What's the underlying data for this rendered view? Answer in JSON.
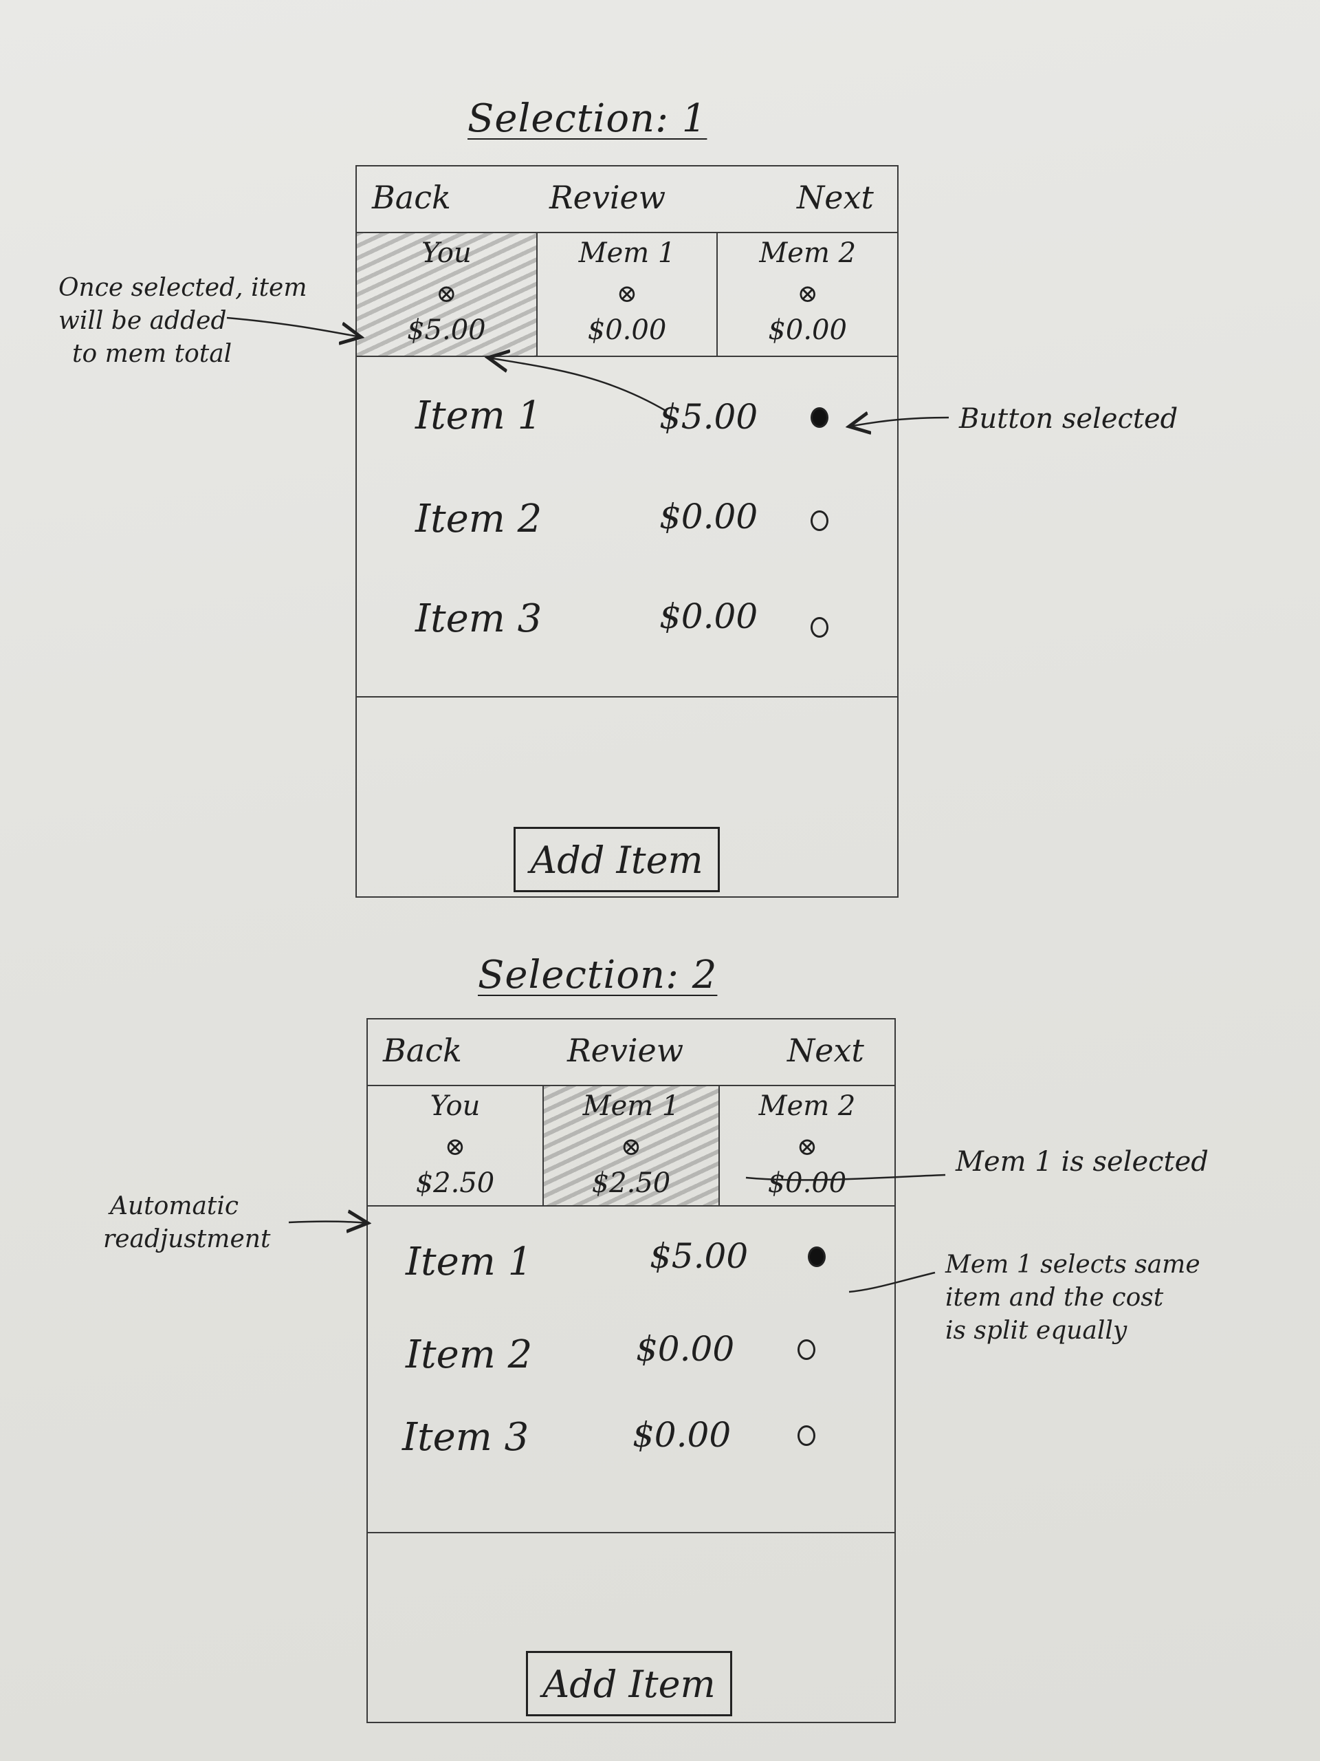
{
  "screens": [
    {
      "title": "Selection: 1",
      "nav": {
        "back": "Back",
        "review": "Review",
        "next": "Next"
      },
      "members": [
        {
          "name": "You",
          "mark": "⊗",
          "total": "$5.00",
          "selected": true
        },
        {
          "name": "Mem 1",
          "mark": "⊗",
          "total": "$0.00",
          "selected": false
        },
        {
          "name": "Mem 2",
          "mark": "⊗",
          "total": "$0.00",
          "selected": false
        }
      ],
      "items": [
        {
          "name": "Item 1",
          "price": "$5.00",
          "selected": true
        },
        {
          "name": "Item 2",
          "price": "$0.00",
          "selected": false
        },
        {
          "name": "Item 3",
          "price": "$0.00",
          "selected": false
        }
      ],
      "add_button": "Add Item"
    },
    {
      "title": "Selection: 2",
      "nav": {
        "back": "Back",
        "review": "Review",
        "next": "Next"
      },
      "members": [
        {
          "name": "You",
          "mark": "⊗",
          "total": "$2.50",
          "selected": false
        },
        {
          "name": "Mem 1",
          "mark": "⊗",
          "total": "$2.50",
          "selected": true
        },
        {
          "name": "Mem 2",
          "mark": "⊗",
          "total": "$0.00",
          "selected": false
        }
      ],
      "items": [
        {
          "name": "Item 1",
          "price": "$5.00",
          "selected": true
        },
        {
          "name": "Item 2",
          "price": "$0.00",
          "selected": false
        },
        {
          "name": "Item 3",
          "price": "$0.00",
          "selected": false
        }
      ],
      "add_button": "Add Item"
    }
  ],
  "annotations": {
    "once_selected": [
      "Once selected, item",
      "will be added",
      "to mem total"
    ],
    "button_selected": "Button selected",
    "automatic": [
      "Automatic",
      "readjustment"
    ],
    "mem1_selected": "Mem 1 is selected",
    "split": [
      "Mem 1 selects same",
      "item and the cost",
      "is split equally"
    ]
  }
}
